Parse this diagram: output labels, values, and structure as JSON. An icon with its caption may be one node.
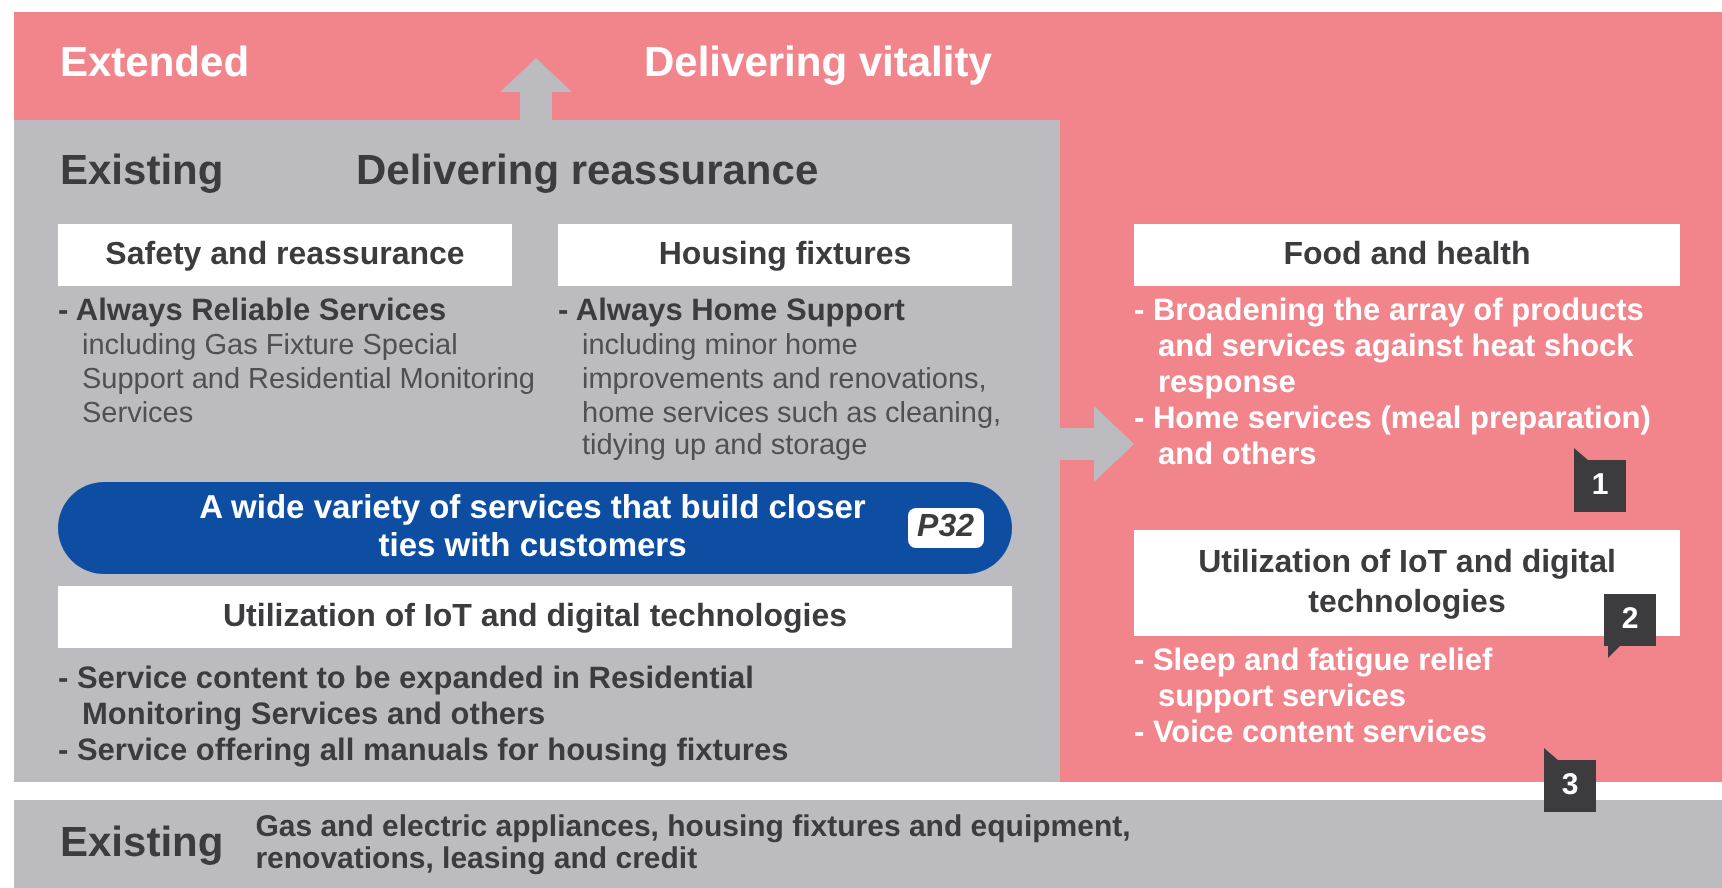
{
  "diagram": {
    "nodes": [
      {
        "text": [
          "Extended",
          "Delivering vitality"
        ]
      },
      {
        "text": [
          "Existing",
          "Delivering reassurance"
        ],
        "in": 0
      },
      {
        "text": [
          "Safety and reassurance"
        ],
        "in": 1,
        "beside": [
          "- Always Reliable Services",
          "including Gas Fixture Special Support and Residential Monitoring Services"
        ]
      },
      {
        "text": [
          "Housing fixtures"
        ],
        "in": 1,
        "beside": [
          "- Always Home Support",
          "including minor home improvements and renovations, home services such as cleaning, tidying up and storage"
        ]
      },
      {
        "text": [
          "A wide variety of services that build closer ties with customers",
          "P32"
        ],
        "in": 1
      },
      {
        "text": [
          "Utilization of IoT and digital technologies"
        ],
        "in": 1,
        "beside": [
          "- Service content to be expanded in Residential Monitoring Services and others",
          "- Service offering all manuals for housing fixtures"
        ]
      },
      {
        "text": [
          "Food and health"
        ],
        "in": 0,
        "beside": [
          "- Broadening the array of products and services against heat shock response",
          "- Home services (meal preparation) and others"
        ]
      },
      {
        "text": [
          "Utilization of IoT and digital technologies"
        ],
        "in": 0,
        "beside": [
          "- Sleep and fatigue relief support services",
          "- Voice content services"
        ]
      },
      {
        "text": [
          "Existing",
          "Gas and electric appliances, housing fixtures and equipment, renovations, leasing and credit"
        ]
      }
    ],
    "edges": [],
    "labels": [
      "1",
      "2",
      "3"
    ]
  }
}
